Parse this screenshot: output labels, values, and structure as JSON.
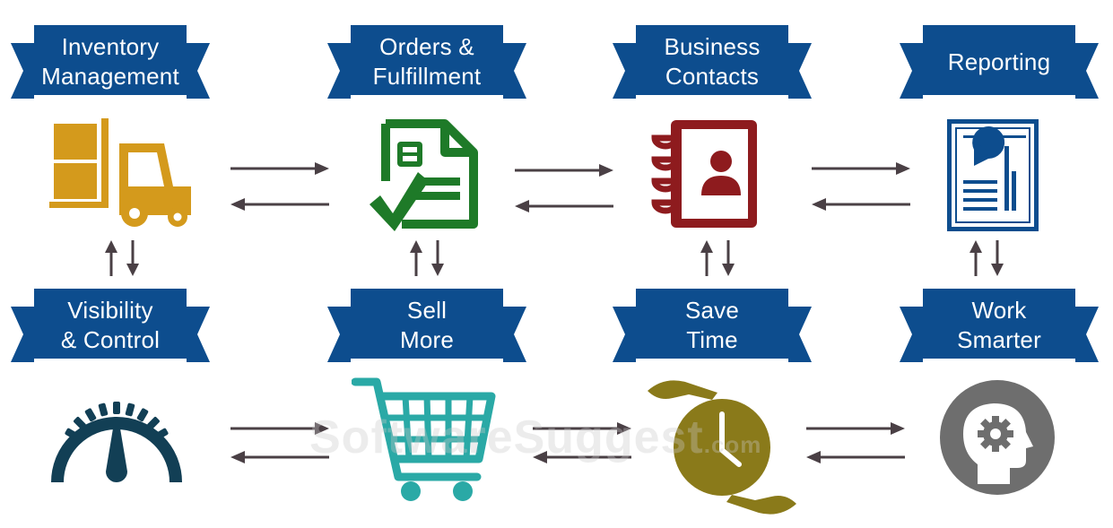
{
  "banners": [
    {
      "line1": "Inventory",
      "line2": "Management"
    },
    {
      "line1": "Orders &",
      "line2": "Fulfillment"
    },
    {
      "line1": "Business",
      "line2": "Contacts"
    },
    {
      "line1": "Reporting",
      "line2": ""
    },
    {
      "line1": "Visibility",
      "line2": "& Control"
    },
    {
      "line1": "Sell",
      "line2": "More"
    },
    {
      "line1": "Save",
      "line2": "Time"
    },
    {
      "line1": "Work",
      "line2": "Smarter"
    }
  ],
  "watermark": {
    "main": "SoftwareSuggest",
    "suffix": ".com"
  },
  "colors": {
    "banner": "#0d4d8e",
    "banner_fold": "#0a3a6c",
    "arrow": "#4a4045",
    "forklift": "#d49a1c",
    "document": "#1e7a28",
    "contacts": "#8e1b1e",
    "report": "#0d4d8e",
    "gauge": "#123f55",
    "cart": "#2aa9a6",
    "clock": "#8a7a1a",
    "head": "#6e6e6e"
  },
  "icons": [
    "forklift-icon",
    "order-document-icon",
    "address-book-icon",
    "report-icon",
    "speedometer-icon",
    "shopping-cart-icon",
    "clock-hands-icon",
    "head-gear-icon"
  ]
}
